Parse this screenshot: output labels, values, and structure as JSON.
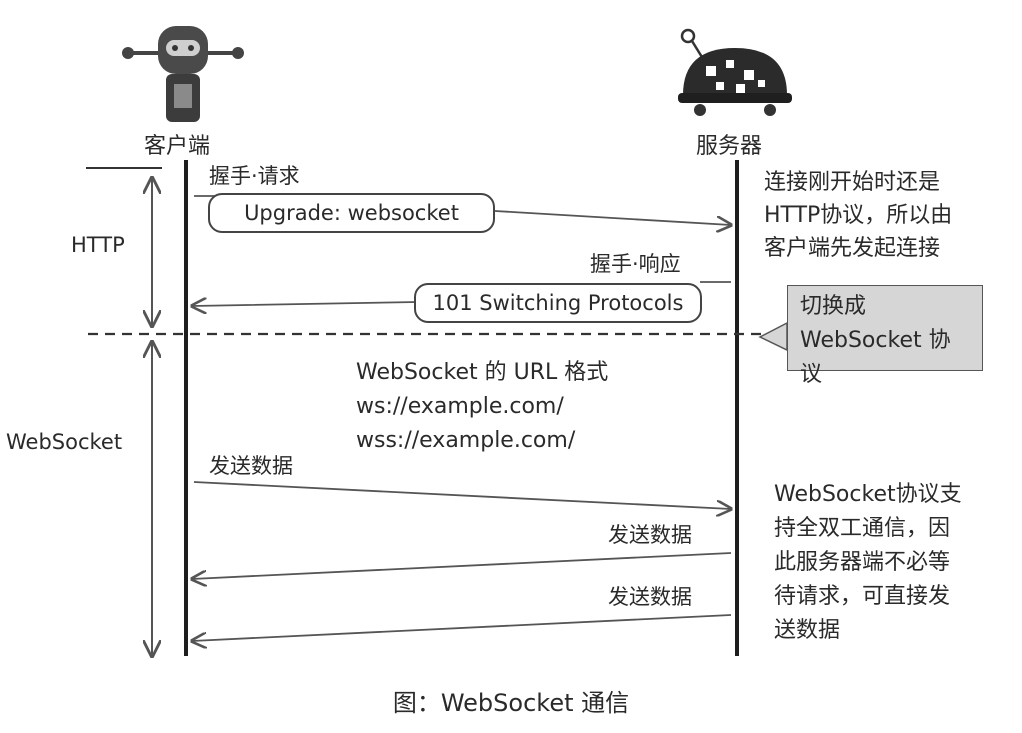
{
  "actors": {
    "client": "客户端",
    "server": "服务器"
  },
  "phases": {
    "http": "HTTP",
    "websocket": "WebSocket"
  },
  "messages": {
    "handshake_request_label": "握手·请求",
    "handshake_request_body": "Upgrade: websocket",
    "handshake_response_label": "握手·响应",
    "handshake_response_body": "101 Switching Protocols",
    "send_data_1": "发送数据",
    "send_data_2": "发送数据",
    "send_data_3": "发送数据"
  },
  "notes": {
    "http_start": [
      "连接刚开始时还是",
      "HTTP协议，所以由",
      "客户端先发起连接"
    ],
    "switch": [
      "切换成",
      "WebSocket 协议"
    ],
    "url_format": [
      "WebSocket 的 URL 格式",
      "ws://example.com/",
      "wss://example.com/"
    ],
    "duplex": [
      "WebSocket协议支",
      "持全双工通信，因",
      "此服务器端不必等",
      "待请求，可直接发",
      "送数据"
    ]
  },
  "caption": "图：WebSocket 通信",
  "colors": {
    "line": "#1e1e1e",
    "arrow": "#555555",
    "callout_fill": "#d6d6d6",
    "robot_body": "#4a4a4a",
    "server_body": "#2b2b2b"
  }
}
